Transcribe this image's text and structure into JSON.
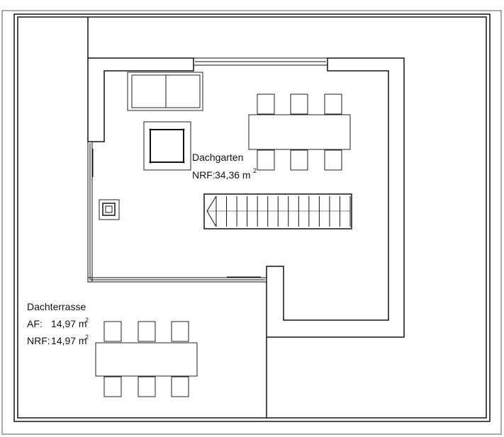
{
  "rooms": {
    "dachgarten": {
      "name": "Dachgarten",
      "nrf_label": "NRF:",
      "nrf_value": "34,36 m",
      "unit_exp": "2"
    },
    "dachterrasse": {
      "name": "Dachterrasse",
      "af_label": "AF:",
      "af_value": "14,97 m",
      "nrf_label": "NRF:",
      "nrf_value": "14,97 m",
      "unit_exp": "2"
    }
  }
}
